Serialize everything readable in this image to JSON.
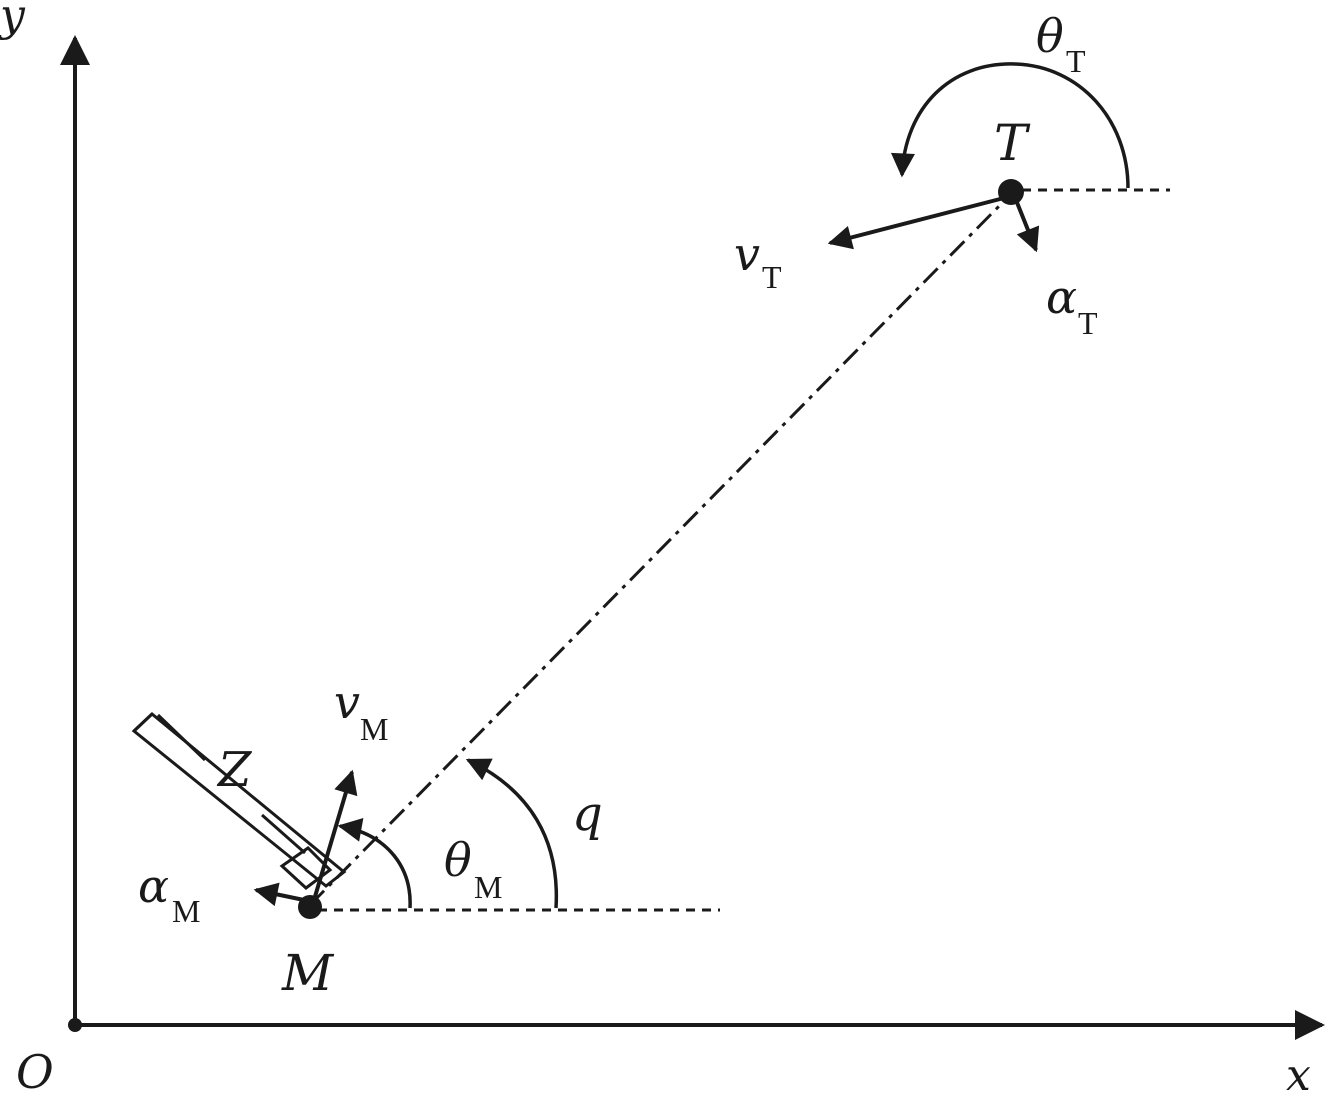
{
  "axes": {
    "origin_label": "O",
    "x_label": "x",
    "y_label": "y"
  },
  "target": {
    "label": "T",
    "theta": {
      "sym": "θ",
      "sub": "T"
    },
    "velocity": {
      "sym": "v",
      "sub": "T"
    },
    "accel": {
      "sym": "α",
      "sub": "T"
    }
  },
  "missile": {
    "label": "M",
    "theta": {
      "sym": "θ",
      "sub": "M"
    },
    "velocity": {
      "sym": "v",
      "sub": "M"
    },
    "accel": {
      "sym": "α",
      "sub": "M"
    }
  },
  "los_angle_label": "q",
  "aux_label": "Z",
  "colors": {
    "ink": "#1a1a1a",
    "background": "#ffffff"
  }
}
